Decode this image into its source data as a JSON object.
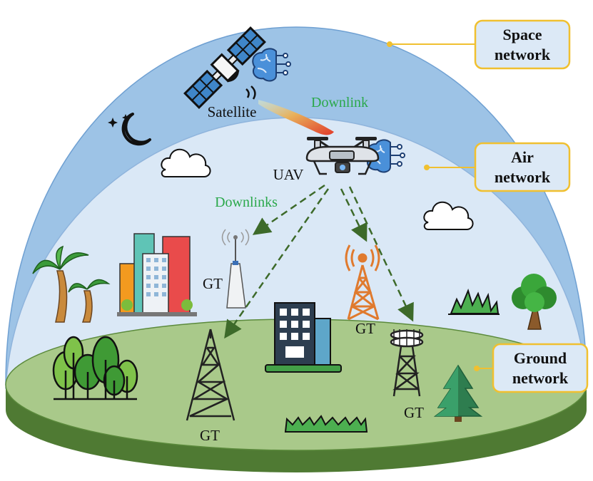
{
  "network_labels": {
    "space": [
      "Space",
      "network"
    ],
    "air": [
      "Air",
      "network"
    ],
    "ground": [
      "Ground",
      "network"
    ]
  },
  "nodes": {
    "satellite": "Satellite",
    "uav": "UAV",
    "gt": "GT"
  },
  "links": {
    "downlink": "Downlink",
    "downlinks": "Downlinks"
  },
  "colors": {
    "space_dome": "#9dc3e6",
    "air_dome": "#dae8f6",
    "ground_top": "#a9c98a",
    "ground_side": "#4f7a33",
    "label_border": "#f0c030",
    "label_fill": "#dce9f6",
    "link_text": "#2aa84a",
    "downlink_arrow": "#3d6a2a"
  },
  "icons": [
    "satellite-icon",
    "ai-brain-icon",
    "moon-icon",
    "cloud-icon",
    "uav-drone-icon",
    "antenna-tower-icon",
    "lattice-tower-icon",
    "city-buildings-icon",
    "office-building-icon",
    "palm-tree-icon",
    "forest-icon",
    "grass-icon",
    "tree-icon",
    "pine-tree-icon"
  ]
}
